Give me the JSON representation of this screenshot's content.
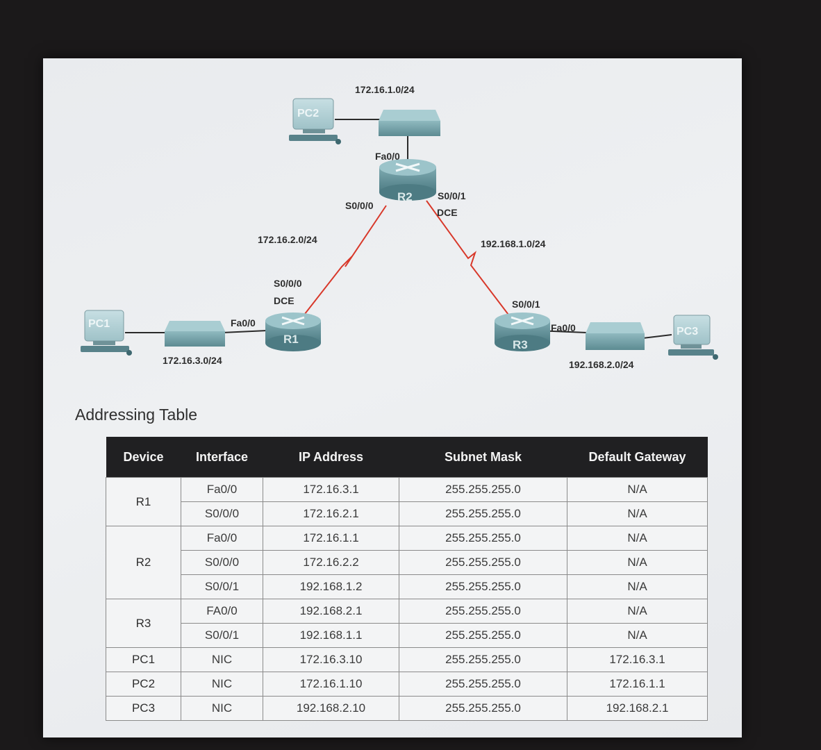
{
  "diagram": {
    "networks": {
      "lan_pc2": "172.16.1.0/24",
      "wan_r1_r2": "172.16.2.0/24",
      "wan_r2_r3": "192.168.1.0/24",
      "lan_pc1": "172.16.3.0/24",
      "lan_pc3": "192.168.2.0/24"
    },
    "devices": {
      "pc1": "PC1",
      "pc2": "PC2",
      "pc3": "PC3",
      "r1": "R1",
      "r2": "R2",
      "r3": "R3"
    },
    "interfaces": {
      "r2_fa": "Fa0/0",
      "r2_s000": "S0/0/0",
      "r2_s001": "S0/0/1",
      "r2_dce": "DCE",
      "r1_s000": "S0/0/0",
      "r1_dce": "DCE",
      "r1_fa": "Fa0/0",
      "r3_s001": "S0/0/1",
      "r3_fa": "Fa0/0"
    },
    "colors": {
      "device_teal": "#5e8f96",
      "serial_link": "#d8382a",
      "ethernet_link": "#2a2a2a"
    }
  },
  "table": {
    "title": "Addressing Table",
    "headers": {
      "device": "Device",
      "interface": "Interface",
      "ip": "IP Address",
      "mask": "Subnet Mask",
      "gateway": "Default Gateway"
    },
    "rows": [
      {
        "device": "R1",
        "interface": "Fa0/0",
        "ip": "172.16.3.1",
        "mask": "255.255.255.0",
        "gateway": "N/A"
      },
      {
        "device": "",
        "interface": "S0/0/0",
        "ip": "172.16.2.1",
        "mask": "255.255.255.0",
        "gateway": "N/A"
      },
      {
        "device": "",
        "interface": "Fa0/0",
        "ip": "172.16.1.1",
        "mask": "255.255.255.0",
        "gateway": "N/A"
      },
      {
        "device": "R2",
        "interface": "S0/0/0",
        "ip": "172.16.2.2",
        "mask": "255.255.255.0",
        "gateway": "N/A"
      },
      {
        "device": "",
        "interface": "S0/0/1",
        "ip": "192.168.1.2",
        "mask": "255.255.255.0",
        "gateway": "N/A"
      },
      {
        "device": "R3",
        "interface": "FA0/0",
        "ip": "192.168.2.1",
        "mask": "255.255.255.0",
        "gateway": "N/A"
      },
      {
        "device": "",
        "interface": "S0/0/1",
        "ip": "192.168.1.1",
        "mask": "255.255.255.0",
        "gateway": "N/A"
      },
      {
        "device": "PC1",
        "interface": "NIC",
        "ip": "172.16.3.10",
        "mask": "255.255.255.0",
        "gateway": "172.16.3.1"
      },
      {
        "device": "PC2",
        "interface": "NIC",
        "ip": "172.16.1.10",
        "mask": "255.255.255.0",
        "gateway": "172.16.1.1"
      },
      {
        "device": "PC3",
        "interface": "NIC",
        "ip": "192.168.2.10",
        "mask": "255.255.255.0",
        "gateway": "192.168.2.1"
      }
    ]
  }
}
